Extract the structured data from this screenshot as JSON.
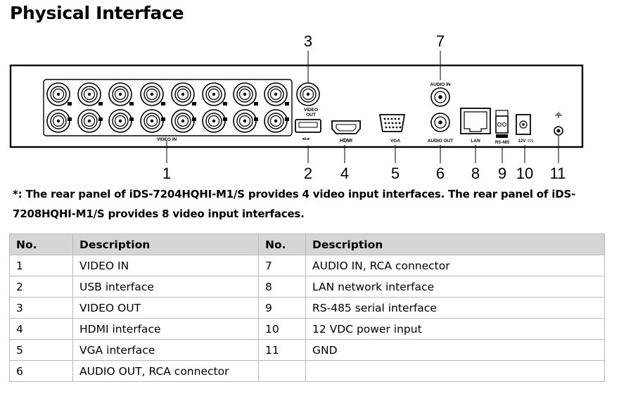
{
  "title": "Physical Interface",
  "panel_labels": {
    "video_in": "VIDEO IN",
    "video_out": "VIDEO OUT",
    "hdmi": "HDMI",
    "vga": "VGA",
    "audio_in": "AUDIO IN",
    "audio_out": "AUDIO OUT",
    "lan": "LAN",
    "rs485": "RS-485",
    "power": "12V"
  },
  "callouts": [
    "1",
    "2",
    "3",
    "4",
    "5",
    "6",
    "7",
    "8",
    "9",
    "10",
    "11"
  ],
  "note": "*: The rear panel of iDS-7204HQHI-M1/S provides 4 video input interfaces. The rear panel of iDS-7208HQHI-M1/S provides 8 video input interfaces.",
  "table": {
    "headers": [
      "No.",
      "Description",
      "No.",
      "Description"
    ],
    "rows": [
      [
        "1",
        "VIDEO IN",
        "7",
        "AUDIO IN, RCA connector"
      ],
      [
        "2",
        "USB interface",
        "8",
        "LAN network interface"
      ],
      [
        "3",
        "VIDEO OUT",
        "9",
        "RS-485 serial interface"
      ],
      [
        "4",
        "HDMI interface",
        "10",
        "12 VDC power input"
      ],
      [
        "5",
        "VGA interface",
        "11",
        "GND"
      ],
      [
        "6",
        "AUDIO OUT, RCA connector",
        "",
        ""
      ]
    ]
  }
}
